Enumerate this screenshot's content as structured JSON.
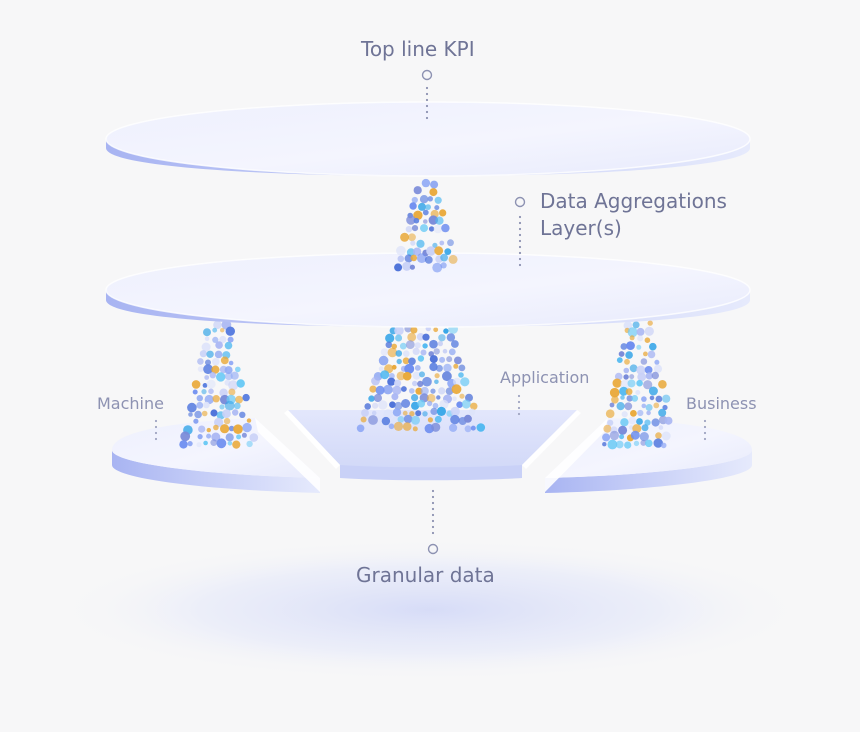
{
  "labels": {
    "top_kpi": "Top line KPI",
    "aggregations_line1": "Data Aggregations",
    "aggregations_line2": "Layer(s)",
    "machine": "Machine",
    "application": "Application",
    "business": "Business",
    "granular": "Granular data"
  },
  "colors": {
    "label_text": "#6f7496",
    "small_label_text": "#8d92b2",
    "disc_top": "#eef0fd",
    "disc_edge": "#b3bdf5",
    "connector": "#8d92b2",
    "dot_palette": [
      "#5b7fe0",
      "#4a6fd8",
      "#6e8ef0",
      "#8fa8f5",
      "#4fb8f0",
      "#6ccaf5",
      "#3aa7e8",
      "#a9b6f3",
      "#c9d1f7",
      "#dde3fa",
      "#e9a93a",
      "#7a8bd9"
    ]
  }
}
